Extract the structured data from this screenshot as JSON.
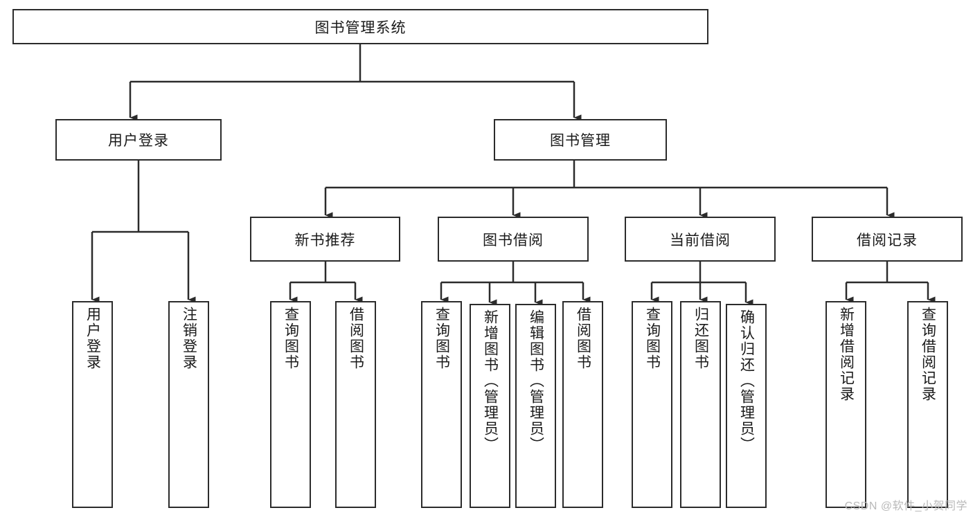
{
  "diagram": {
    "type": "tree",
    "title": "图书管理系统",
    "watermark": "CSDN @软件_小贺同学",
    "colors": {
      "box_border": "#2b2b2b",
      "box_fill": "#ffffff",
      "edge": "#2b2b2b",
      "text": "#1a1a1a",
      "watermark": "#b9b9b9",
      "background": "#ffffff"
    },
    "levels": {
      "root": {
        "label": "图书管理系统"
      },
      "level2": [
        {
          "label": "用户登录"
        },
        {
          "label": "图书管理"
        }
      ],
      "level3": [
        {
          "label": "新书推荐"
        },
        {
          "label": "图书借阅"
        },
        {
          "label": "当前借阅"
        },
        {
          "label": "借阅记录"
        }
      ],
      "leaves": {
        "user_login": [
          {
            "label": "用户登录"
          },
          {
            "label": "注销登录"
          }
        ],
        "new_book_recommend": [
          {
            "label": "查询图书"
          },
          {
            "label": "借阅图书"
          }
        ],
        "book_borrow": [
          {
            "label": "查询图书"
          },
          {
            "label": "新增图书（管理员）"
          },
          {
            "label": "编辑图书（管理员）"
          },
          {
            "label": "借阅图书"
          }
        ],
        "current_borrow": [
          {
            "label": "查询图书"
          },
          {
            "label": "归还图书"
          },
          {
            "label": "确认归还（管理员）"
          }
        ],
        "borrow_record": [
          {
            "label": "新增借阅记录"
          },
          {
            "label": "查询借阅记录"
          }
        ]
      }
    }
  }
}
